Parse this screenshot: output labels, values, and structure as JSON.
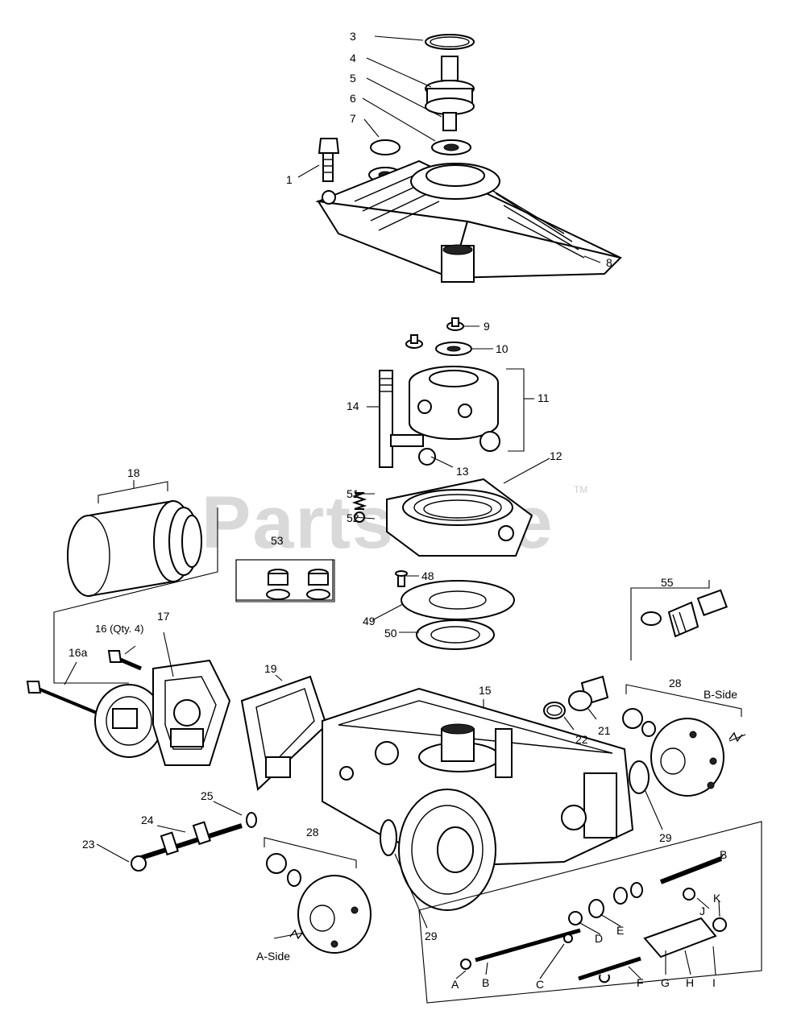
{
  "watermark": {
    "text": "PartsTree",
    "tm": "TM"
  },
  "callouts": {
    "c1": "1",
    "c3": "3",
    "c4": "4",
    "c5": "5",
    "c6": "6",
    "c7": "7",
    "c8": "8",
    "c9": "9",
    "c10": "10",
    "c11": "11",
    "c12": "12",
    "c13": "13",
    "c14": "14",
    "c15": "15",
    "c16": "16 (Qty. 4)",
    "c16a": "16a",
    "c17": "17",
    "c18": "18",
    "c19": "19",
    "c21": "21",
    "c22": "22",
    "c23": "23",
    "c24": "24",
    "c25": "25",
    "c28a": "28",
    "c28b": "28",
    "c29a": "29",
    "c29b": "29",
    "c48": "48",
    "c49": "49",
    "c50": "50",
    "c51": "51",
    "c52": "52",
    "c53": "53",
    "c55": "55",
    "cA": "A",
    "cB": "B",
    "cB2": "B",
    "cC": "C",
    "cD": "D",
    "cE": "E",
    "cF": "F",
    "cG": "G",
    "cH": "H",
    "cI": "I",
    "cJ": "J",
    "cK": "K"
  },
  "side_labels": {
    "a_side": "A-Side",
    "b_side": "B-Side"
  }
}
